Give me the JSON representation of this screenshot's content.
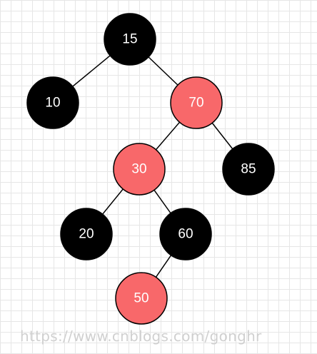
{
  "tree": {
    "nodes": [
      {
        "id": "n15",
        "label": "15",
        "color": "black"
      },
      {
        "id": "n10",
        "label": "10",
        "color": "black"
      },
      {
        "id": "n70",
        "label": "70",
        "color": "red"
      },
      {
        "id": "n30",
        "label": "30",
        "color": "red"
      },
      {
        "id": "n85",
        "label": "85",
        "color": "black"
      },
      {
        "id": "n20",
        "label": "20",
        "color": "black"
      },
      {
        "id": "n60",
        "label": "60",
        "color": "black"
      },
      {
        "id": "n50",
        "label": "50",
        "color": "red"
      }
    ],
    "edges": [
      {
        "from": "n15",
        "to": "n10"
      },
      {
        "from": "n15",
        "to": "n70"
      },
      {
        "from": "n70",
        "to": "n30"
      },
      {
        "from": "n70",
        "to": "n85"
      },
      {
        "from": "n30",
        "to": "n20"
      },
      {
        "from": "n30",
        "to": "n60"
      },
      {
        "from": "n60",
        "to": "n50"
      }
    ]
  },
  "colors": {
    "black_fill": "#000000",
    "red_fill": "#f8686a",
    "stroke": "#000000",
    "label": "#ffffff",
    "grid": "#e6e6e6",
    "watermark": "#d0d0d0"
  },
  "watermark": "https://www.cnblogs.com/gonghr"
}
